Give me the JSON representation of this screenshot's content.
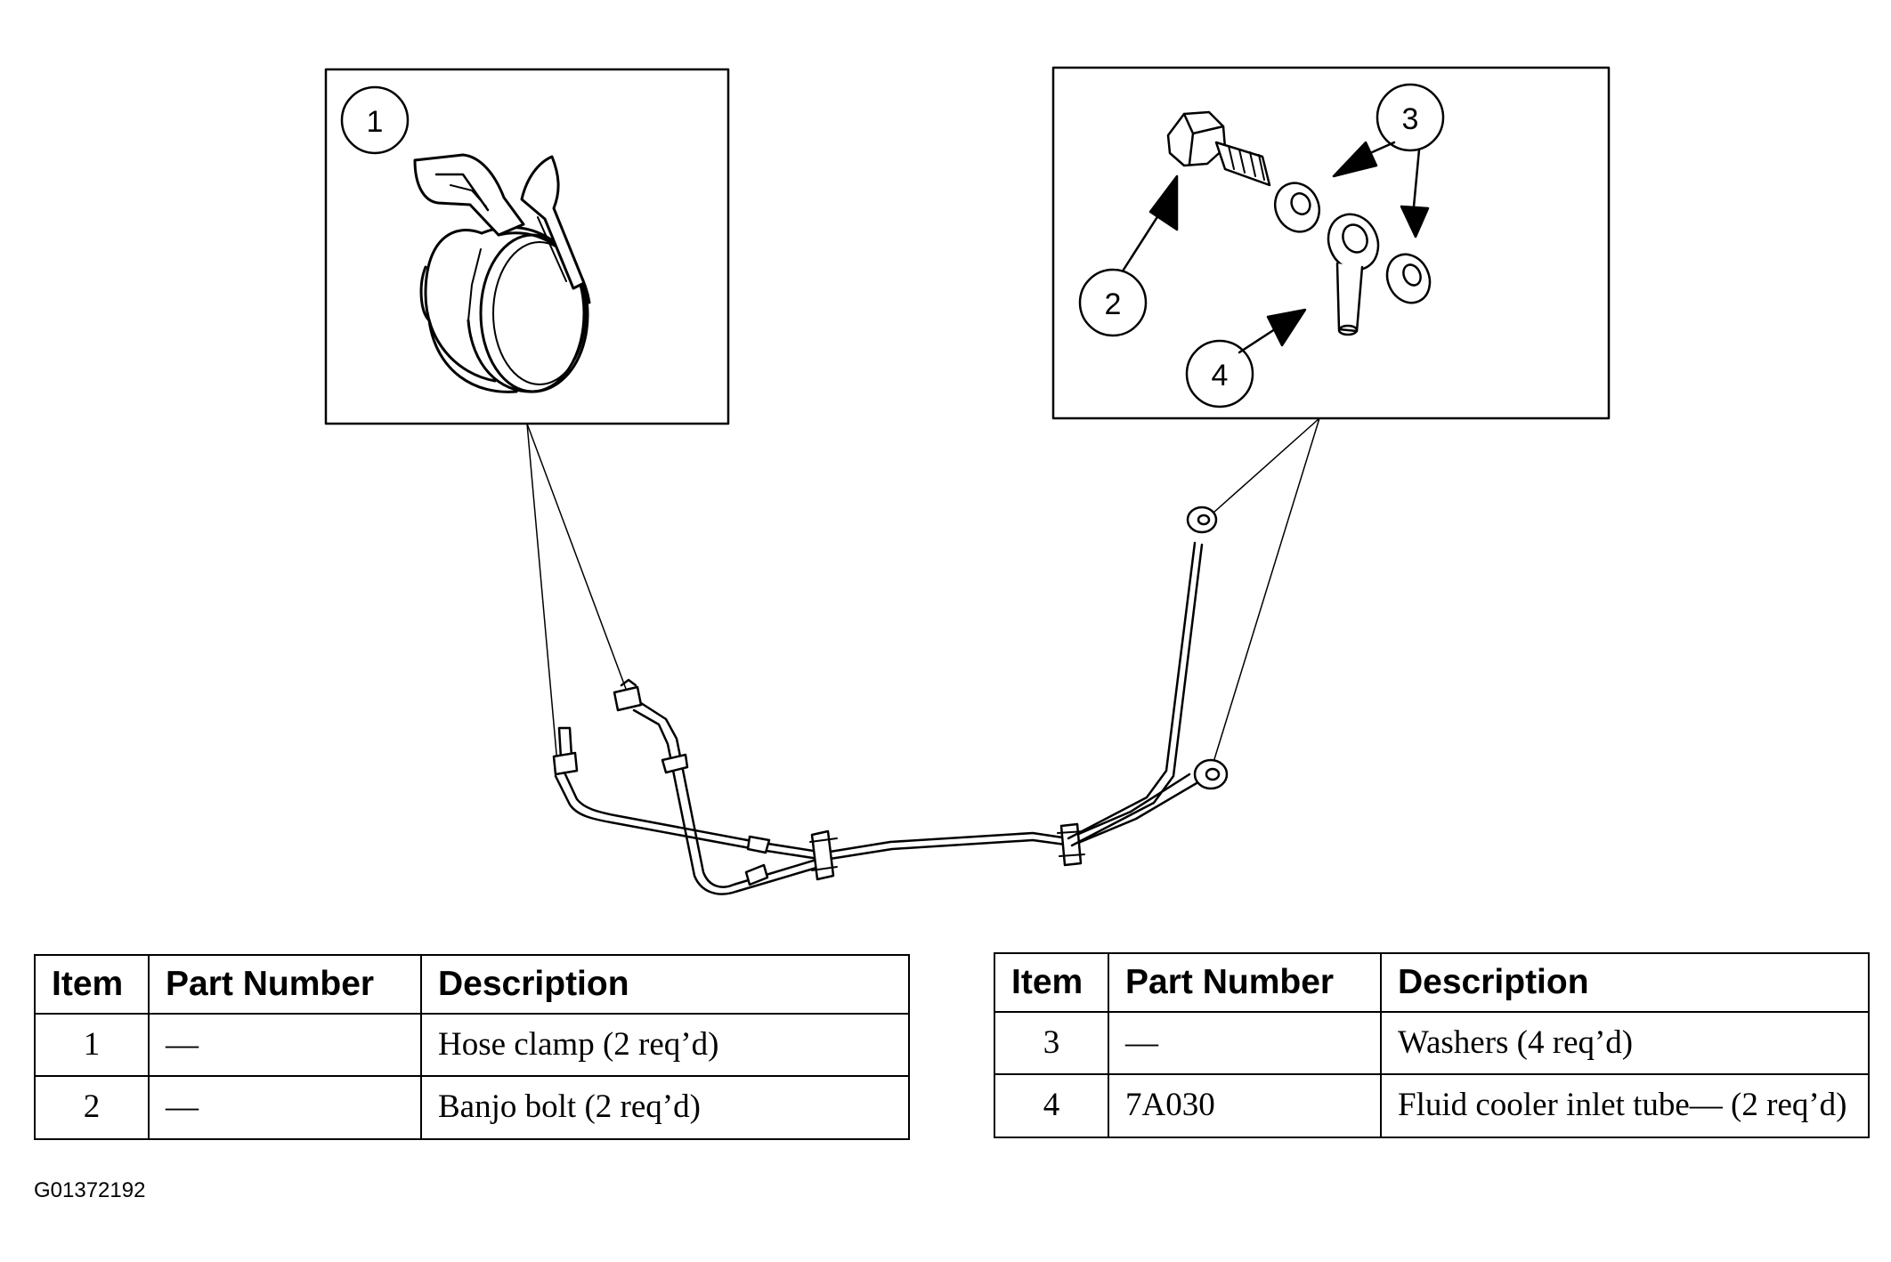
{
  "callouts": [
    "1",
    "2",
    "3",
    "4"
  ],
  "tables": [
    {
      "headers": [
        "Item",
        "Part Number",
        "Description"
      ],
      "rows": [
        {
          "item": "1",
          "part_number": "—",
          "description": "Hose clamp (2 req’d)"
        },
        {
          "item": "2",
          "part_number": "—",
          "description": "Banjo bolt (2 req’d)"
        }
      ]
    },
    {
      "headers": [
        "Item",
        "Part Number",
        "Description"
      ],
      "rows": [
        {
          "item": "3",
          "part_number": "—",
          "description": "Washers (4 req’d)"
        },
        {
          "item": "4",
          "part_number": "7A030",
          "description": "Fluid cooler inlet tube— (2 req’d)"
        }
      ]
    }
  ],
  "figure_id": "G01372192",
  "icons": [
    "hose-clamp-icon",
    "banjo-bolt-icon",
    "washer-icon",
    "tube-fitting-icon",
    "cooler-line-assembly"
  ],
  "colors": {
    "ink": "#000000",
    "background": "#ffffff"
  }
}
